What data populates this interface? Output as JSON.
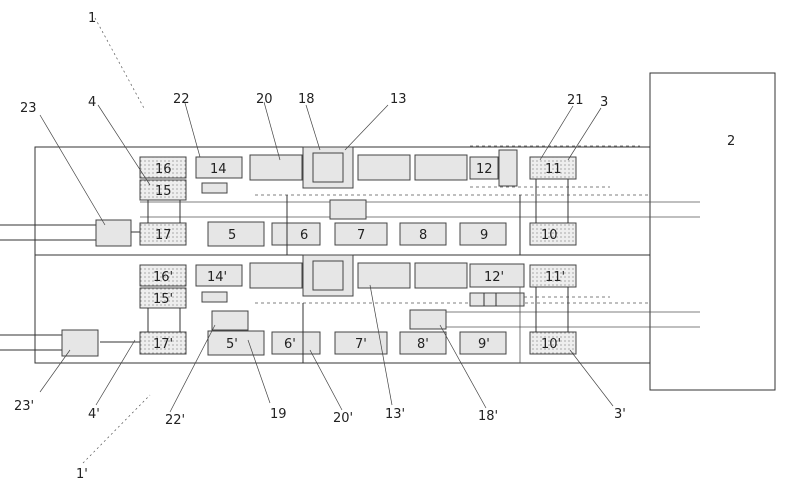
{
  "labels": {
    "n1": "1",
    "n2": "2",
    "n3": "3",
    "n4": "4",
    "n5": "5",
    "n6": "6",
    "n7": "7",
    "n8": "8",
    "n9": "9",
    "n10": "10",
    "n11": "11",
    "n12": "12",
    "n13": "13",
    "n14": "14",
    "n15": "15",
    "n16": "16",
    "n17": "17",
    "n18": "18",
    "n19": "19",
    "n20": "20",
    "n21": "21",
    "n22": "22",
    "n23": "23",
    "n1p": "1'",
    "n3p": "3'",
    "n4p": "4'",
    "n5p": "5'",
    "n6p": "6'",
    "n7p": "7'",
    "n8p": "8'",
    "n9p": "9'",
    "n10p": "10'",
    "n11p": "11'",
    "n12p": "12'",
    "n13p": "13'",
    "n14p": "14'",
    "n15p": "15'",
    "n16p": "16'",
    "n17p": "17'",
    "n18p": "18'",
    "n20p": "20'",
    "n22p": "22'",
    "n23p": "23'"
  }
}
